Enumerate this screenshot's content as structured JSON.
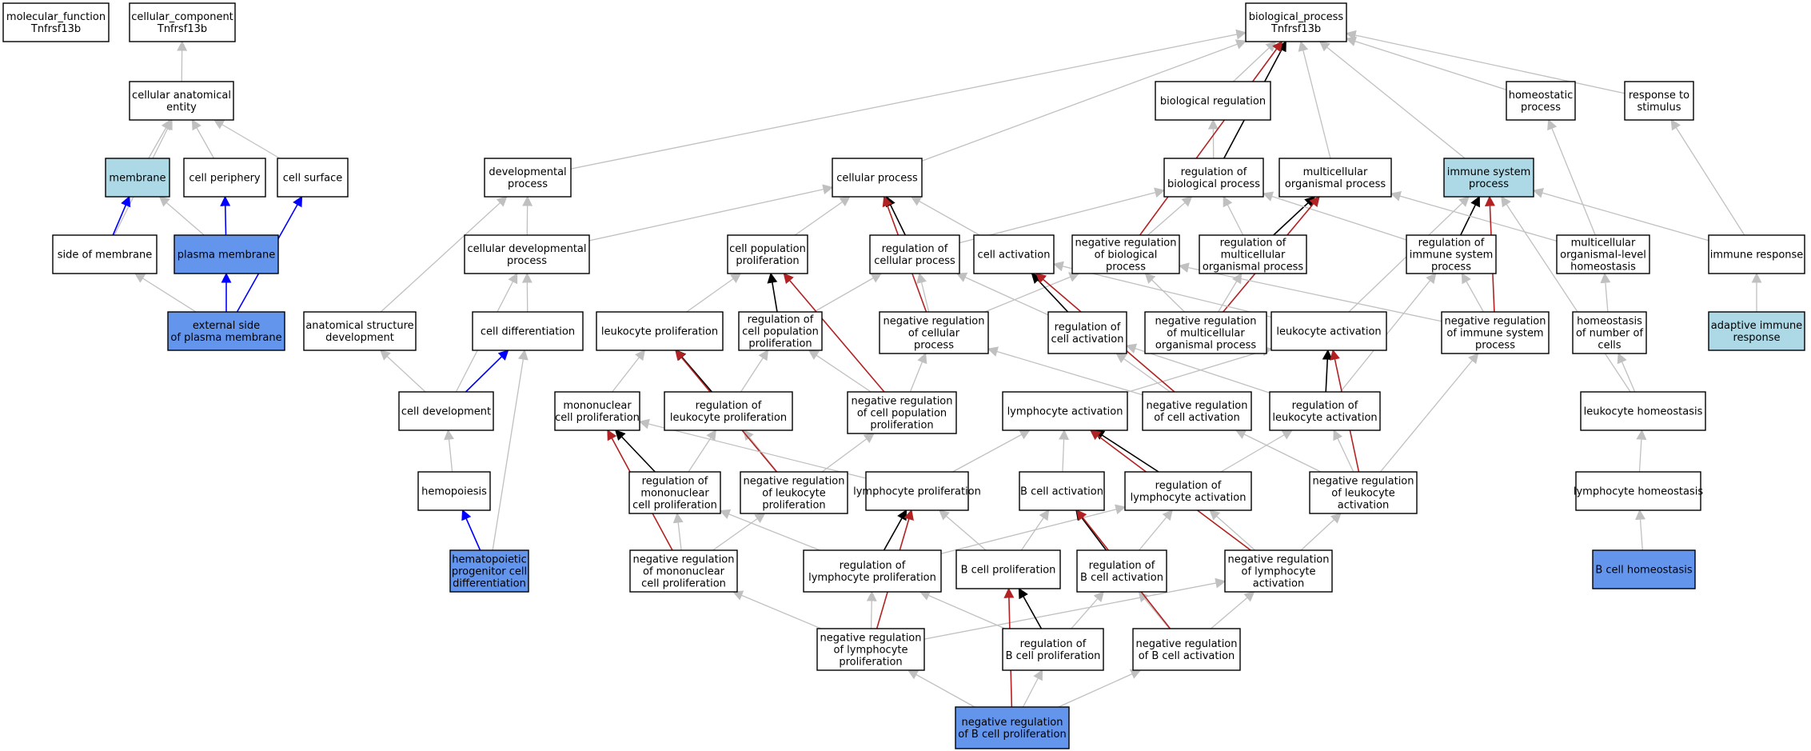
{
  "colors": {
    "white": "#ffffff",
    "light_blue": "#add8e6",
    "cornflower_blue": "#6495ed",
    "edge_gray": "#c0c0c0",
    "edge_black": "#000000",
    "edge_red": "#b22222",
    "edge_blue": "#0000ff"
  },
  "nodes": [
    {
      "id": "mf",
      "lines": [
        "molecular_function",
        "Tnfrsf13b"
      ],
      "fill": "white"
    },
    {
      "id": "cc",
      "lines": [
        "cellular_component",
        "Tnfrsf13b"
      ],
      "fill": "white"
    },
    {
      "id": "bp",
      "lines": [
        "biological_process",
        "Tnfrsf13b"
      ],
      "fill": "white"
    },
    {
      "id": "cae",
      "lines": [
        "cellular anatomical",
        "entity"
      ],
      "fill": "white"
    },
    {
      "id": "breg",
      "lines": [
        "biological regulation"
      ],
      "fill": "white"
    },
    {
      "id": "homeo",
      "lines": [
        "homeostatic",
        "process"
      ],
      "fill": "white"
    },
    {
      "id": "rstim",
      "lines": [
        "response to",
        "stimulus"
      ],
      "fill": "white"
    },
    {
      "id": "memb",
      "lines": [
        "membrane"
      ],
      "fill": "light_blue"
    },
    {
      "id": "cperi",
      "lines": [
        "cell periphery"
      ],
      "fill": "white"
    },
    {
      "id": "csurf",
      "lines": [
        "cell surface"
      ],
      "fill": "white"
    },
    {
      "id": "devp",
      "lines": [
        "developmental",
        "process"
      ],
      "fill": "white"
    },
    {
      "id": "cellp",
      "lines": [
        "cellular process"
      ],
      "fill": "white"
    },
    {
      "id": "rbp",
      "lines": [
        "regulation of",
        "biological process"
      ],
      "fill": "white"
    },
    {
      "id": "multi",
      "lines": [
        "multicellular",
        "organismal process"
      ],
      "fill": "white"
    },
    {
      "id": "isp",
      "lines": [
        "immune system",
        "process"
      ],
      "fill": "light_blue"
    },
    {
      "id": "som",
      "lines": [
        "side of membrane"
      ],
      "fill": "white"
    },
    {
      "id": "pm",
      "lines": [
        "plasma membrane"
      ],
      "fill": "cornflower_blue"
    },
    {
      "id": "cdp",
      "lines": [
        "cellular developmental",
        "process"
      ],
      "fill": "white"
    },
    {
      "id": "cpp",
      "lines": [
        "cell population",
        "proliferation"
      ],
      "fill": "white"
    },
    {
      "id": "rcp",
      "lines": [
        "regulation of",
        "cellular process"
      ],
      "fill": "white"
    },
    {
      "id": "cact",
      "lines": [
        "cell activation"
      ],
      "fill": "white"
    },
    {
      "id": "nrbp",
      "lines": [
        "negative regulation",
        "of biological",
        "process"
      ],
      "fill": "white"
    },
    {
      "id": "rmop",
      "lines": [
        "regulation of",
        "multicellular",
        "organismal process"
      ],
      "fill": "white"
    },
    {
      "id": "risp",
      "lines": [
        "regulation of",
        "immune system",
        "process"
      ],
      "fill": "white"
    },
    {
      "id": "molh",
      "lines": [
        "multicellular",
        "organismal-level",
        "homeostasis"
      ],
      "fill": "white"
    },
    {
      "id": "iresp",
      "lines": [
        "immune response"
      ],
      "fill": "white"
    },
    {
      "id": "espm",
      "lines": [
        "external side",
        "of plasma membrane"
      ],
      "fill": "cornflower_blue"
    },
    {
      "id": "asd",
      "lines": [
        "anatomical structure",
        "development"
      ],
      "fill": "white"
    },
    {
      "id": "cdiff",
      "lines": [
        "cell differentiation"
      ],
      "fill": "white"
    },
    {
      "id": "lprol",
      "lines": [
        "leukocyte proliferation"
      ],
      "fill": "white"
    },
    {
      "id": "rcpp",
      "lines": [
        "regulation of",
        "cell population",
        "proliferation"
      ],
      "fill": "white"
    },
    {
      "id": "nrcp",
      "lines": [
        "negative regulation",
        "of cellular",
        "process"
      ],
      "fill": "white"
    },
    {
      "id": "rca",
      "lines": [
        "regulation of",
        "cell activation"
      ],
      "fill": "white"
    },
    {
      "id": "nrmop",
      "lines": [
        "negative regulation",
        "of multicellular",
        "organismal process"
      ],
      "fill": "white"
    },
    {
      "id": "lact",
      "lines": [
        "leukocyte activation"
      ],
      "fill": "white"
    },
    {
      "id": "nrisp",
      "lines": [
        "negative regulation",
        "of immune system",
        "process"
      ],
      "fill": "white"
    },
    {
      "id": "hnc",
      "lines": [
        "homeostasis",
        "of number of",
        "cells"
      ],
      "fill": "white"
    },
    {
      "id": "aimr",
      "lines": [
        "adaptive immune",
        "response"
      ],
      "fill": "light_blue"
    },
    {
      "id": "cdev",
      "lines": [
        "cell development"
      ],
      "fill": "white"
    },
    {
      "id": "mncp",
      "lines": [
        "mononuclear",
        "cell proliferation"
      ],
      "fill": "white"
    },
    {
      "id": "rlp",
      "lines": [
        "regulation of",
        "leukocyte proliferation"
      ],
      "fill": "white"
    },
    {
      "id": "nrcpp",
      "lines": [
        "negative regulation",
        "of cell population",
        "proliferation"
      ],
      "fill": "white"
    },
    {
      "id": "lyact",
      "lines": [
        "lymphocyte activation"
      ],
      "fill": "white"
    },
    {
      "id": "nrca",
      "lines": [
        "negative regulation",
        "of cell activation"
      ],
      "fill": "white"
    },
    {
      "id": "rla",
      "lines": [
        "regulation of",
        "leukocyte activation"
      ],
      "fill": "white"
    },
    {
      "id": "lhom",
      "lines": [
        "leukocyte homeostasis"
      ],
      "fill": "white"
    },
    {
      "id": "hemo",
      "lines": [
        "hemopoiesis"
      ],
      "fill": "white"
    },
    {
      "id": "rmncp",
      "lines": [
        "regulation of",
        "mononuclear",
        "cell proliferation"
      ],
      "fill": "white"
    },
    {
      "id": "nrlp",
      "lines": [
        "negative regulation",
        "of leukocyte",
        "proliferation"
      ],
      "fill": "white"
    },
    {
      "id": "lyprol",
      "lines": [
        "lymphocyte proliferation"
      ],
      "fill": "white"
    },
    {
      "id": "bca",
      "lines": [
        "B cell activation"
      ],
      "fill": "white"
    },
    {
      "id": "rlya",
      "lines": [
        "regulation of",
        "lymphocyte activation"
      ],
      "fill": "white"
    },
    {
      "id": "nrla",
      "lines": [
        "negative regulation",
        "of leukocyte",
        "activation"
      ],
      "fill": "white"
    },
    {
      "id": "lyhom",
      "lines": [
        "lymphocyte homeostasis"
      ],
      "fill": "white"
    },
    {
      "id": "hpcd",
      "lines": [
        "hematopoietic",
        "progenitor cell",
        "differentiation"
      ],
      "fill": "cornflower_blue"
    },
    {
      "id": "nrmncp",
      "lines": [
        "negative regulation",
        "of mononuclear",
        "cell proliferation"
      ],
      "fill": "white"
    },
    {
      "id": "rlyp",
      "lines": [
        "regulation of",
        "lymphocyte proliferation"
      ],
      "fill": "white"
    },
    {
      "id": "bcp",
      "lines": [
        "B cell proliferation"
      ],
      "fill": "white"
    },
    {
      "id": "rbca",
      "lines": [
        "regulation of",
        "B cell activation"
      ],
      "fill": "white"
    },
    {
      "id": "nrlya",
      "lines": [
        "negative regulation",
        "of lymphocyte",
        "activation"
      ],
      "fill": "white"
    },
    {
      "id": "bchom",
      "lines": [
        "B cell homeostasis"
      ],
      "fill": "cornflower_blue"
    },
    {
      "id": "nrlyp",
      "lines": [
        "negative regulation",
        "of lymphocyte",
        "proliferation"
      ],
      "fill": "white"
    },
    {
      "id": "rbcp",
      "lines": [
        "regulation of",
        "B cell proliferation"
      ],
      "fill": "white"
    },
    {
      "id": "nrbca",
      "lines": [
        "negative regulation",
        "of B cell activation"
      ],
      "fill": "white"
    },
    {
      "id": "nrbcp",
      "lines": [
        "negative regulation",
        "of B cell proliferation"
      ],
      "fill": "cornflower_blue"
    }
  ],
  "edges": [
    {
      "from": "cae",
      "to": "cc",
      "type": "gray"
    },
    {
      "from": "memb",
      "to": "cae",
      "type": "gray"
    },
    {
      "from": "cperi",
      "to": "cae",
      "type": "gray"
    },
    {
      "from": "csurf",
      "to": "cae",
      "type": "gray"
    },
    {
      "from": "som",
      "to": "cae",
      "type": "gray"
    },
    {
      "from": "som",
      "to": "memb",
      "type": "blue"
    },
    {
      "from": "pm",
      "to": "memb",
      "type": "gray"
    },
    {
      "from": "pm",
      "to": "cperi",
      "type": "blue"
    },
    {
      "from": "espm",
      "to": "pm",
      "type": "blue"
    },
    {
      "from": "espm",
      "to": "csurf",
      "type": "blue"
    },
    {
      "from": "espm",
      "to": "som",
      "type": "gray"
    },
    {
      "from": "breg",
      "to": "bp",
      "type": "gray"
    },
    {
      "from": "homeo",
      "to": "bp",
      "type": "gray"
    },
    {
      "from": "rstim",
      "to": "bp",
      "type": "gray"
    },
    {
      "from": "devp",
      "to": "bp",
      "type": "gray"
    },
    {
      "from": "cellp",
      "to": "bp",
      "type": "gray"
    },
    {
      "from": "rbp",
      "to": "breg",
      "type": "gray"
    },
    {
      "from": "rbp",
      "to": "bp",
      "type": "black"
    },
    {
      "from": "multi",
      "to": "bp",
      "type": "gray"
    },
    {
      "from": "isp",
      "to": "bp",
      "type": "gray"
    },
    {
      "from": "nrbp",
      "to": "bp",
      "type": "red"
    },
    {
      "from": "cdp",
      "to": "devp",
      "type": "gray"
    },
    {
      "from": "cdp",
      "to": "cellp",
      "type": "gray"
    },
    {
      "from": "cpp",
      "to": "cellp",
      "type": "gray"
    },
    {
      "from": "rcp",
      "to": "cellp",
      "type": "black"
    },
    {
      "from": "rcp",
      "to": "rbp",
      "type": "gray"
    },
    {
      "from": "cact",
      "to": "cellp",
      "type": "gray"
    },
    {
      "from": "nrbp",
      "to": "rbp",
      "type": "gray"
    },
    {
      "from": "rmop",
      "to": "rbp",
      "type": "gray"
    },
    {
      "from": "rmop",
      "to": "multi",
      "type": "black"
    },
    {
      "from": "risp",
      "to": "isp",
      "type": "black"
    },
    {
      "from": "risp",
      "to": "rbp",
      "type": "gray"
    },
    {
      "from": "molh",
      "to": "homeo",
      "type": "gray"
    },
    {
      "from": "molh",
      "to": "multi",
      "type": "gray"
    },
    {
      "from": "iresp",
      "to": "rstim",
      "type": "gray"
    },
    {
      "from": "iresp",
      "to": "isp",
      "type": "gray"
    },
    {
      "from": "aimr",
      "to": "iresp",
      "type": "gray"
    },
    {
      "from": "asd",
      "to": "devp",
      "type": "gray"
    },
    {
      "from": "cdiff",
      "to": "cdp",
      "type": "gray"
    },
    {
      "from": "lprol",
      "to": "cpp",
      "type": "gray"
    },
    {
      "from": "rcpp",
      "to": "cpp",
      "type": "black"
    },
    {
      "from": "rcpp",
      "to": "rcp",
      "type": "gray"
    },
    {
      "from": "nrcp",
      "to": "rcp",
      "type": "gray"
    },
    {
      "from": "nrcp",
      "to": "nrbp",
      "type": "gray"
    },
    {
      "from": "nrcp",
      "to": "cellp",
      "type": "red"
    },
    {
      "from": "rca",
      "to": "cact",
      "type": "black"
    },
    {
      "from": "rca",
      "to": "rcp",
      "type": "gray"
    },
    {
      "from": "nrmop",
      "to": "rmop",
      "type": "gray"
    },
    {
      "from": "nrmop",
      "to": "nrbp",
      "type": "gray"
    },
    {
      "from": "nrmop",
      "to": "multi",
      "type": "red"
    },
    {
      "from": "lact",
      "to": "cact",
      "type": "gray"
    },
    {
      "from": "lact",
      "to": "isp",
      "type": "gray"
    },
    {
      "from": "nrisp",
      "to": "risp",
      "type": "gray"
    },
    {
      "from": "nrisp",
      "to": "nrbp",
      "type": "gray"
    },
    {
      "from": "nrisp",
      "to": "isp",
      "type": "red"
    },
    {
      "from": "hnc",
      "to": "molh",
      "type": "gray"
    },
    {
      "from": "cdev",
      "to": "cdiff",
      "type": "blue"
    },
    {
      "from": "cdev",
      "to": "asd",
      "type": "gray"
    },
    {
      "from": "cdev",
      "to": "cdp",
      "type": "gray"
    },
    {
      "from": "mncp",
      "to": "lprol",
      "type": "gray"
    },
    {
      "from": "rlp",
      "to": "lprol",
      "type": "black"
    },
    {
      "from": "rlp",
      "to": "rcpp",
      "type": "gray"
    },
    {
      "from": "nrcpp",
      "to": "rcpp",
      "type": "gray"
    },
    {
      "from": "nrcpp",
      "to": "nrcp",
      "type": "gray"
    },
    {
      "from": "nrcpp",
      "to": "cpp",
      "type": "red"
    },
    {
      "from": "lyact",
      "to": "lact",
      "type": "gray"
    },
    {
      "from": "nrca",
      "to": "rca",
      "type": "gray"
    },
    {
      "from": "nrca",
      "to": "nrcp",
      "type": "gray"
    },
    {
      "from": "nrca",
      "to": "cact",
      "type": "red"
    },
    {
      "from": "rla",
      "to": "lact",
      "type": "black"
    },
    {
      "from": "rla",
      "to": "rca",
      "type": "gray"
    },
    {
      "from": "rla",
      "to": "risp",
      "type": "gray"
    },
    {
      "from": "lhom",
      "to": "hnc",
      "type": "gray"
    },
    {
      "from": "lhom",
      "to": "isp",
      "type": "gray"
    },
    {
      "from": "hemo",
      "to": "cdev",
      "type": "gray"
    },
    {
      "from": "rmncp",
      "to": "mncp",
      "type": "black"
    },
    {
      "from": "rmncp",
      "to": "rlp",
      "type": "gray"
    },
    {
      "from": "nrlp",
      "to": "rlp",
      "type": "gray"
    },
    {
      "from": "nrlp",
      "to": "nrcpp",
      "type": "gray"
    },
    {
      "from": "nrlp",
      "to": "lprol",
      "type": "red"
    },
    {
      "from": "lyprol",
      "to": "mncp",
      "type": "gray"
    },
    {
      "from": "lyprol",
      "to": "lyact",
      "type": "gray"
    },
    {
      "from": "bca",
      "to": "lyact",
      "type": "gray"
    },
    {
      "from": "rlya",
      "to": "lyact",
      "type": "black"
    },
    {
      "from": "rlya",
      "to": "rla",
      "type": "gray"
    },
    {
      "from": "nrla",
      "to": "rla",
      "type": "gray"
    },
    {
      "from": "nrla",
      "to": "nrca",
      "type": "gray"
    },
    {
      "from": "nrla",
      "to": "nrisp",
      "type": "gray"
    },
    {
      "from": "nrla",
      "to": "lact",
      "type": "red"
    },
    {
      "from": "lyhom",
      "to": "lhom",
      "type": "gray"
    },
    {
      "from": "hpcd",
      "to": "hemo",
      "type": "blue"
    },
    {
      "from": "hpcd",
      "to": "cdiff",
      "type": "gray"
    },
    {
      "from": "nrmncp",
      "to": "rmncp",
      "type": "gray"
    },
    {
      "from": "nrmncp",
      "to": "nrlp",
      "type": "gray"
    },
    {
      "from": "nrmncp",
      "to": "mncp",
      "type": "red"
    },
    {
      "from": "rlyp",
      "to": "lyprol",
      "type": "black"
    },
    {
      "from": "rlyp",
      "to": "rmncp",
      "type": "gray"
    },
    {
      "from": "rlyp",
      "to": "rlya",
      "type": "gray"
    },
    {
      "from": "bcp",
      "to": "lyprol",
      "type": "gray"
    },
    {
      "from": "bcp",
      "to": "bca",
      "type": "gray"
    },
    {
      "from": "rbca",
      "to": "bca",
      "type": "black"
    },
    {
      "from": "rbca",
      "to": "rlya",
      "type": "gray"
    },
    {
      "from": "nrlya",
      "to": "rlya",
      "type": "gray"
    },
    {
      "from": "nrlya",
      "to": "nrla",
      "type": "gray"
    },
    {
      "from": "nrlya",
      "to": "lyact",
      "type": "red"
    },
    {
      "from": "bchom",
      "to": "lyhom",
      "type": "gray"
    },
    {
      "from": "nrlyp",
      "to": "rlyp",
      "type": "gray"
    },
    {
      "from": "nrlyp",
      "to": "nrmncp",
      "type": "gray"
    },
    {
      "from": "nrlyp",
      "to": "nrlya",
      "type": "gray"
    },
    {
      "from": "nrlyp",
      "to": "lyprol",
      "type": "red"
    },
    {
      "from": "rbcp",
      "to": "bcp",
      "type": "black"
    },
    {
      "from": "rbcp",
      "to": "rlyp",
      "type": "gray"
    },
    {
      "from": "rbcp",
      "to": "rbca",
      "type": "gray"
    },
    {
      "from": "nrbca",
      "to": "rbca",
      "type": "gray"
    },
    {
      "from": "nrbca",
      "to": "nrlya",
      "type": "gray"
    },
    {
      "from": "nrbca",
      "to": "bca",
      "type": "red"
    },
    {
      "from": "nrbcp",
      "to": "rbcp",
      "type": "gray"
    },
    {
      "from": "nrbcp",
      "to": "nrlyp",
      "type": "gray"
    },
    {
      "from": "nrbcp",
      "to": "nrbca",
      "type": "gray"
    },
    {
      "from": "nrbcp",
      "to": "bcp",
      "type": "red"
    }
  ]
}
